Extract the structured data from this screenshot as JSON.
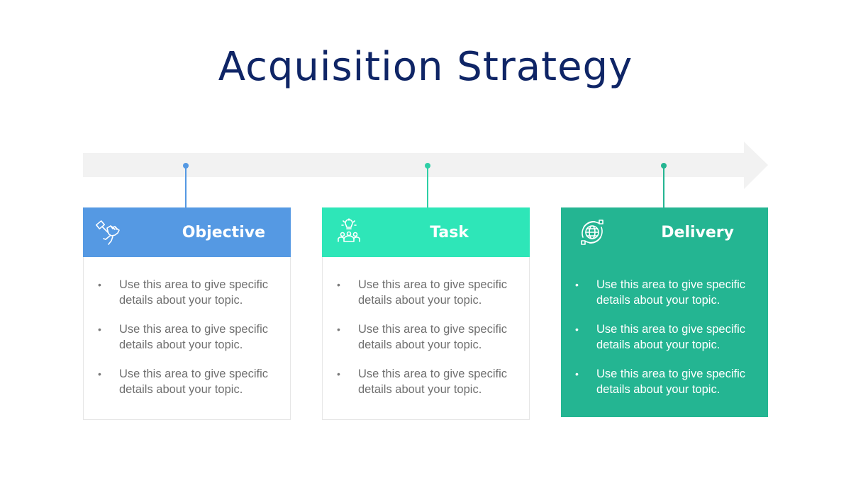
{
  "title": "Acquisition Strategy",
  "colors": {
    "title": "#0f2566",
    "arrow": "#f2f2f2",
    "objective": "#5599e3",
    "task": "#2ee6b8",
    "delivery": "#24b592",
    "body_text": "#6f6f6f"
  },
  "timeline": {
    "icon": "arrow-right-icon"
  },
  "cards": [
    {
      "id": "objective",
      "label": "Objective",
      "icon": "hand-holding-flag-icon",
      "bullets": [
        "Use this area to give specific details about your topic.",
        "Use this area to give specific details about your topic.",
        "Use this area to give specific details about your topic."
      ]
    },
    {
      "id": "task",
      "label": "Task",
      "icon": "team-lightbulb-icon",
      "bullets": [
        "Use this area to give specific details about your topic.",
        "Use this area to give specific details about your topic.",
        "Use this area to give specific details about your topic."
      ]
    },
    {
      "id": "delivery",
      "label": "Delivery",
      "icon": "global-delivery-icon",
      "bullets": [
        "Use this area to give specific details about your topic.",
        "Use this area to give specific details about your topic.",
        "Use this area to give specific details about your topic."
      ]
    }
  ],
  "bullet_char": "•"
}
